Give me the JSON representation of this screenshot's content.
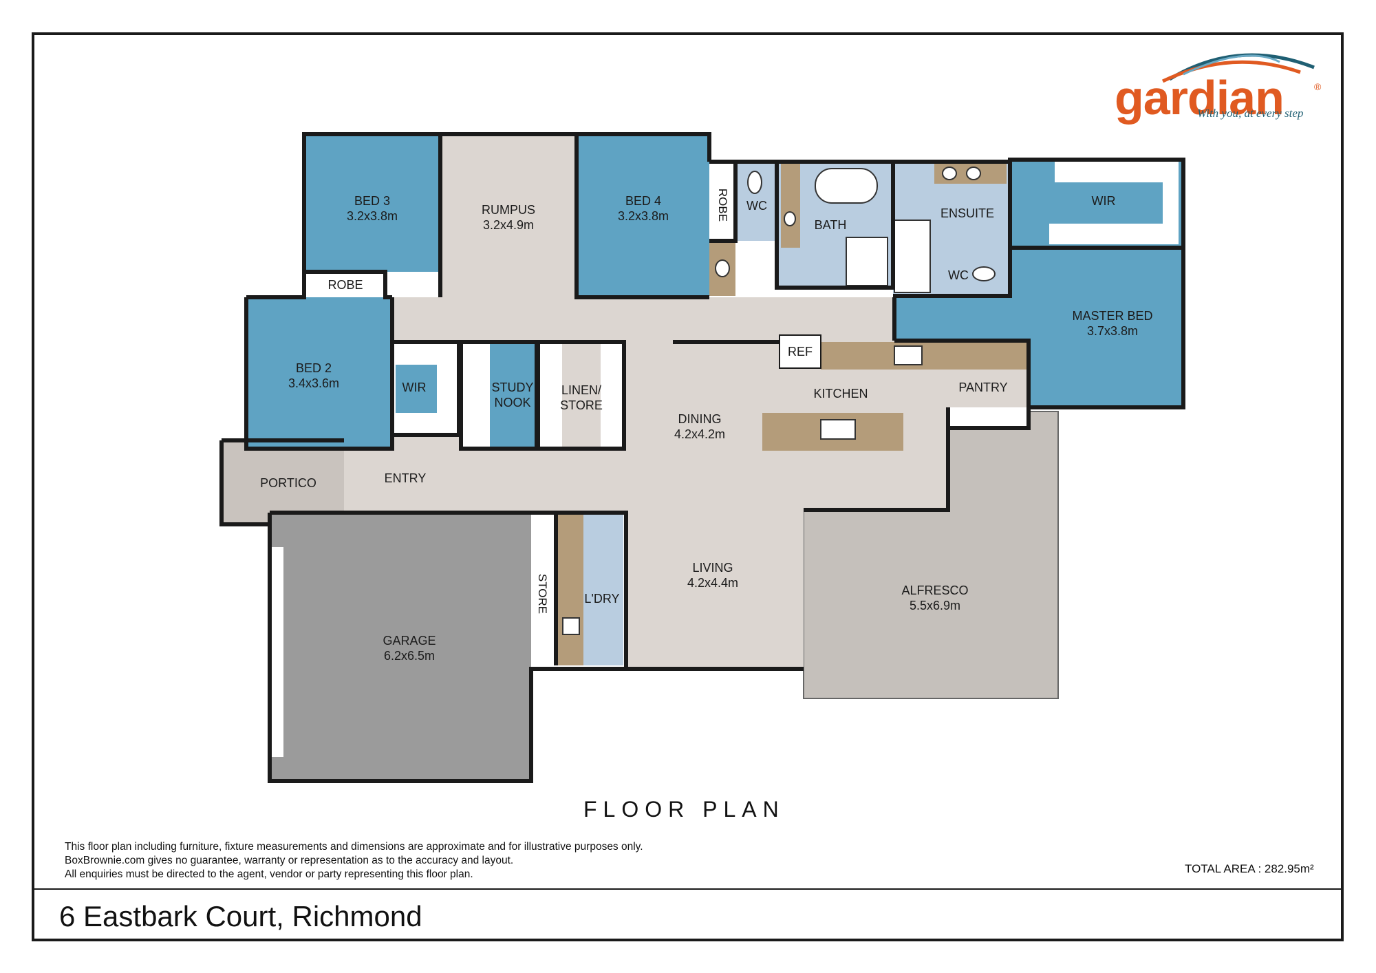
{
  "floor_plan_title": "FLOOR PLAN",
  "disclaimer": [
    "This floor plan including furniture, fixture measurements and dimensions are approximate and for illustrative purposes only.",
    "BoxBrownie.com gives no guarantee, warranty or representation as to the accuracy and layout.",
    "All enquiries must be directed to the agent, vendor or party representing this floor plan."
  ],
  "total_area": "TOTAL AREA : 282.95m²",
  "address": "6 Eastbark Court, Richmond",
  "logo": {
    "word": "gardian",
    "reg": "®",
    "tagline": "With you, at every step",
    "color": "#e05a21"
  },
  "colors": {
    "bedroom": "#5fa3c3",
    "living": "#dcd6d1",
    "wet": "#b9cde0",
    "garage": "#9b9b9b",
    "alfresco": "#c5c0bb",
    "wall": "#1a1a1a",
    "bench": "#b49c7a"
  },
  "rooms": {
    "bed3": {
      "name": "BED 3",
      "size": "3.2x3.8m"
    },
    "rumpus": {
      "name": "RUMPUS",
      "size": "3.2x4.9m"
    },
    "bed4": {
      "name": "BED 4",
      "size": "3.2x3.8m"
    },
    "robe_top": {
      "name": "ROBE"
    },
    "wc1": {
      "name": "WC"
    },
    "bath": {
      "name": "BATH"
    },
    "ensuite": {
      "name": "ENSUITE"
    },
    "wc2": {
      "name": "WC"
    },
    "wir_master": {
      "name": "WIR"
    },
    "master": {
      "name": "MASTER BED",
      "size": "3.7x3.8m"
    },
    "robe_bed3": {
      "name": "ROBE"
    },
    "bed2": {
      "name": "BED 2",
      "size": "3.4x3.6m"
    },
    "wir_bed2": {
      "name": "WIR"
    },
    "study": {
      "name": "STUDY",
      "name2": "NOOK"
    },
    "linen": {
      "name": "LINEN/",
      "name2": "STORE"
    },
    "ref": {
      "name": "REF"
    },
    "kitchen": {
      "name": "KITCHEN"
    },
    "pantry": {
      "name": "PANTRY"
    },
    "dining": {
      "name": "DINING",
      "size": "4.2x4.2m"
    },
    "portico": {
      "name": "PORTICO"
    },
    "entry": {
      "name": "ENTRY"
    },
    "store": {
      "name": "STORE"
    },
    "laundry": {
      "name": "L'DRY"
    },
    "living": {
      "name": "LIVING",
      "size": "4.2x4.4m"
    },
    "alfresco": {
      "name": "ALFRESCO",
      "size": "5.5x6.9m"
    },
    "garage": {
      "name": "GARAGE",
      "size": "6.2x6.5m"
    }
  }
}
